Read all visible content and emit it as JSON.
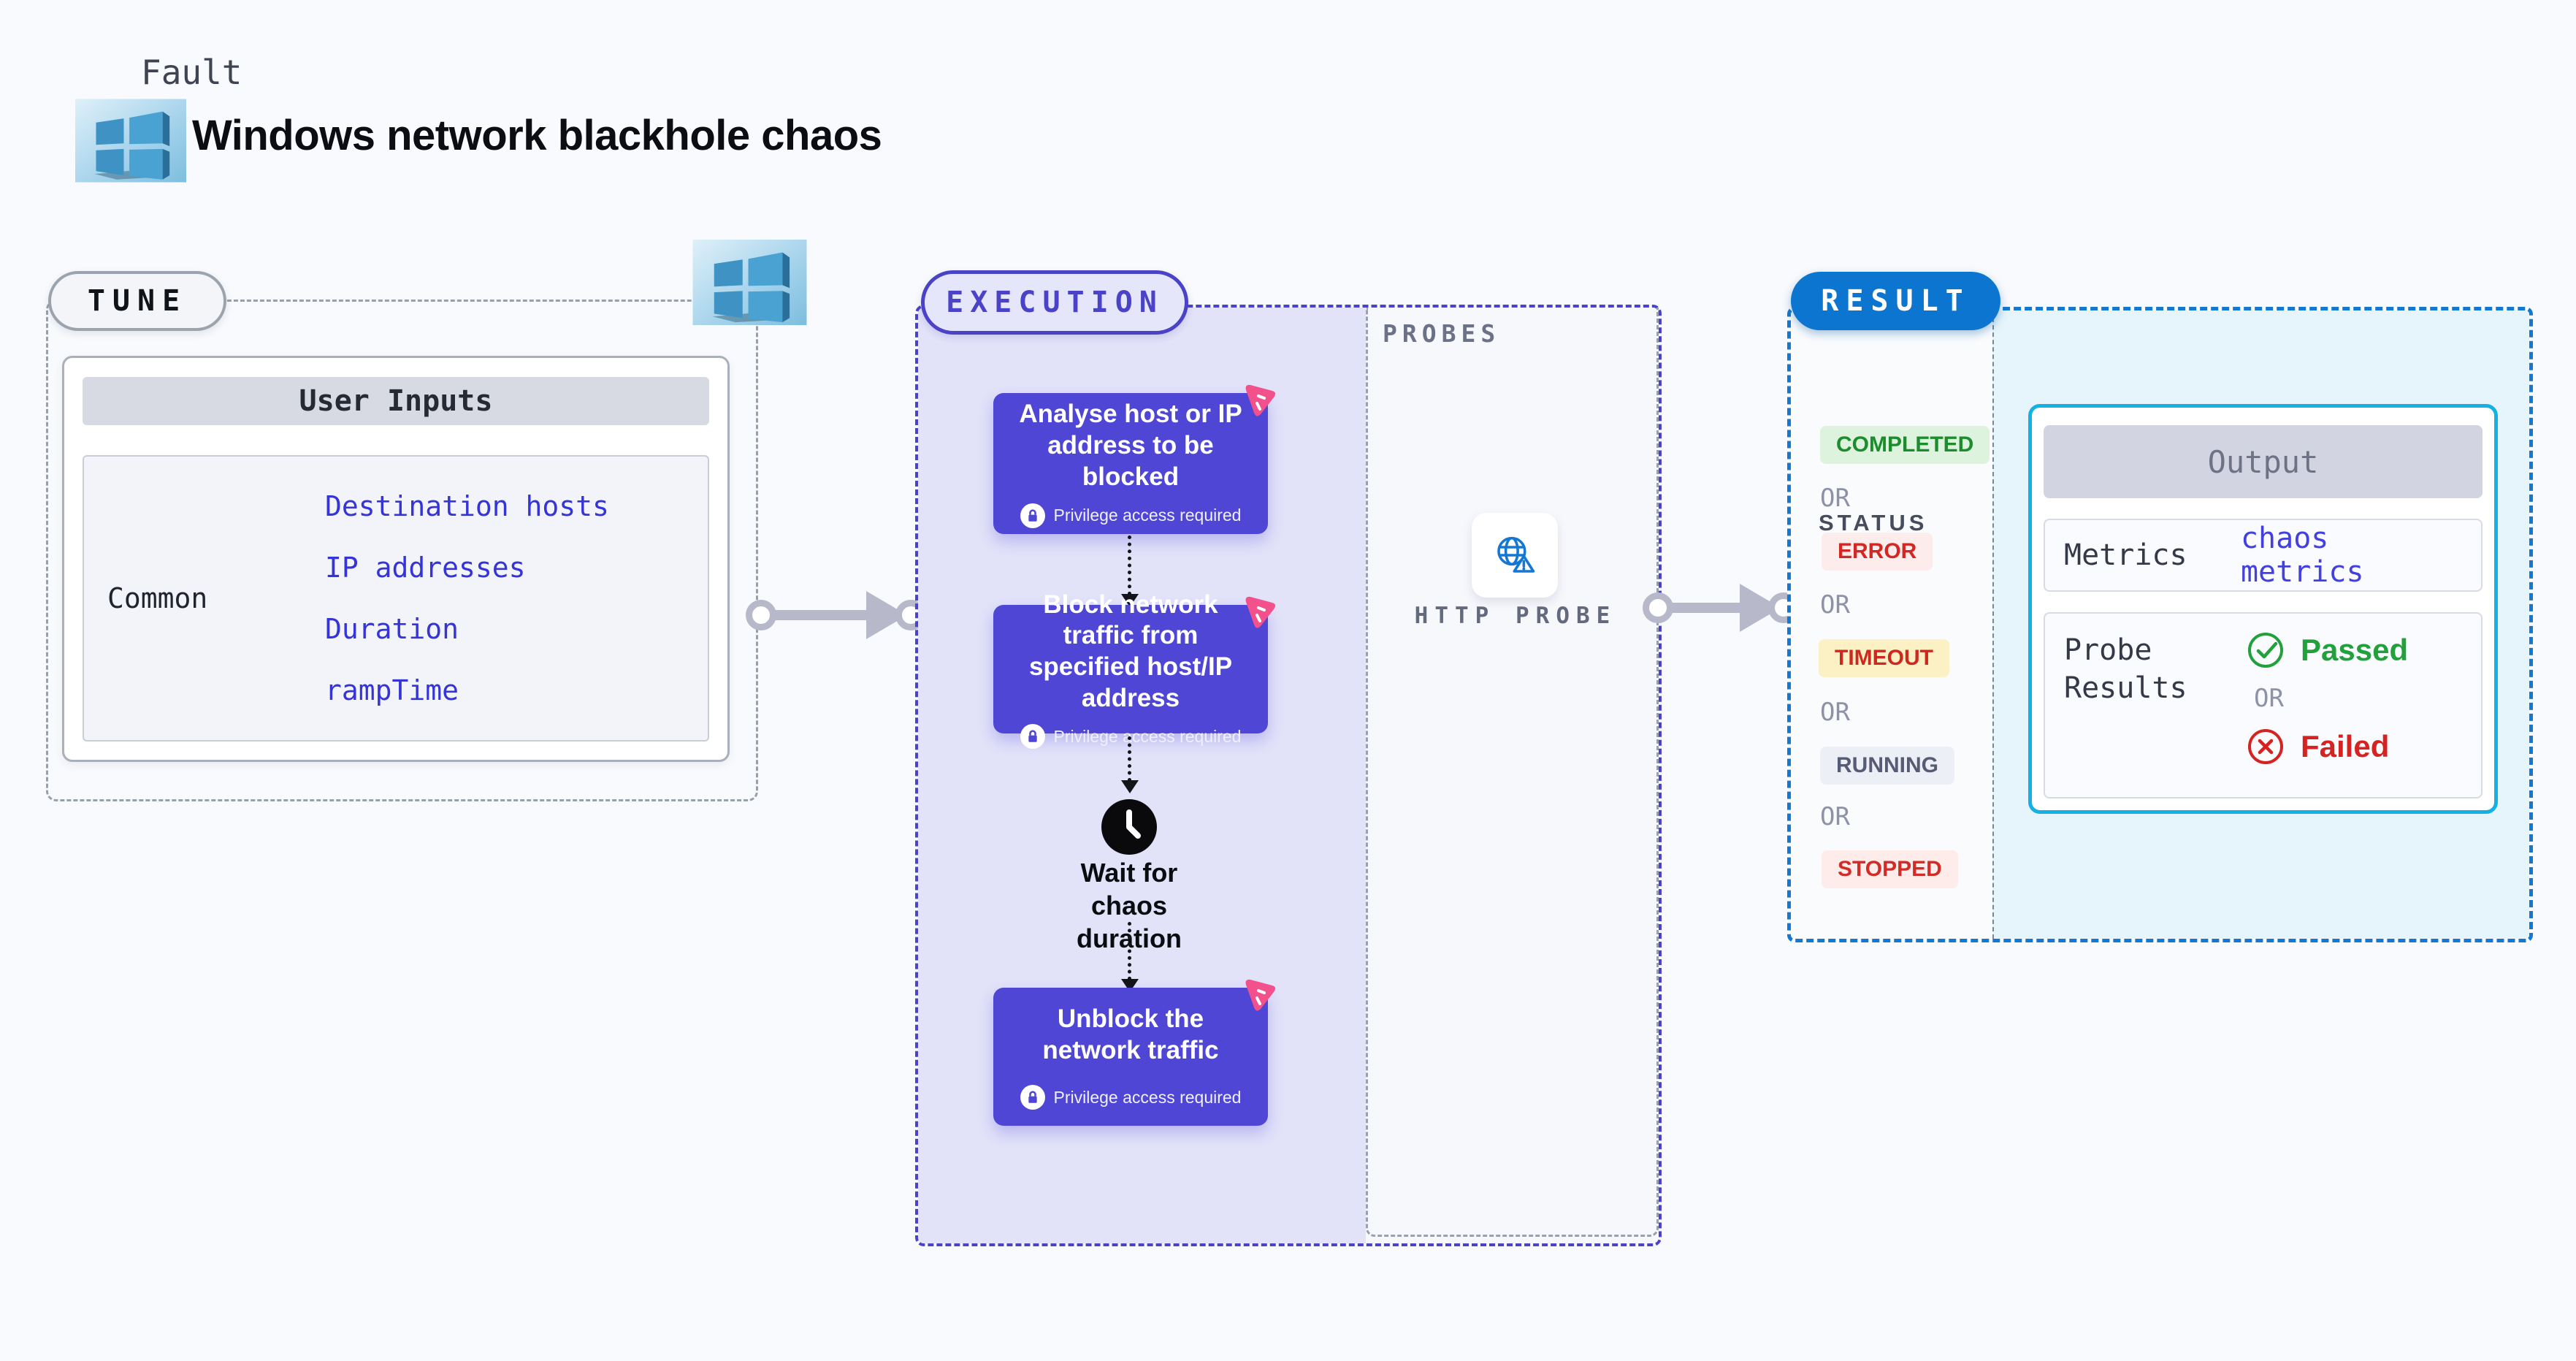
{
  "header": {
    "eyebrow": "Fault",
    "title": "Windows network blackhole chaos"
  },
  "tune": {
    "label": "TUNE",
    "card_title": "User Inputs",
    "row_label": "Common",
    "links": [
      "Destination hosts",
      "IP addresses",
      "Duration",
      "rampTime"
    ]
  },
  "execution": {
    "label": "EXECUTION",
    "privilege_label": "Privilege access required",
    "steps": [
      {
        "title": "Analyse host or IP address to be blocked"
      },
      {
        "title": "Block network traffic from specified host/IP address"
      },
      {
        "title": "Unblock the network traffic"
      }
    ],
    "wait_label": "Wait for chaos duration"
  },
  "probes": {
    "label": "PROBES",
    "probe_label": "HTTP PROBE"
  },
  "result": {
    "label": "RESULT",
    "status_title": "STATUS",
    "or_label": "OR",
    "badges": [
      {
        "label": "COMPLETED",
        "color": "#1c8c2d",
        "bg": "#ddf3de"
      },
      {
        "label": "ERROR",
        "color": "#d32723",
        "bg": "#fdecec"
      },
      {
        "label": "TIMEOUT",
        "color": "#cd2a1f",
        "bg": "#fcf0c5"
      },
      {
        "label": "RUNNING",
        "color": "#565c73",
        "bg": "#edeff6"
      },
      {
        "label": "STOPPED",
        "color": "#d32b26",
        "bg": "#fdecea"
      }
    ],
    "output": {
      "title": "Output",
      "metrics_label": "Metrics",
      "metrics_value": "chaos metrics",
      "probe_results_label": "Probe Results",
      "passed_label": "Passed",
      "failed_label": "Failed"
    }
  },
  "colors": {
    "accent_indigo": "#4b43c7",
    "step_box": "#4f46d6",
    "result_blue": "#0b75d0",
    "output_border": "#14b1e7",
    "passed_green": "#22a03c",
    "failed_red": "#d42320",
    "link_blue": "#3434d8",
    "chaos_pink": "#f2518c",
    "windows_blue": "#3e93c4"
  }
}
